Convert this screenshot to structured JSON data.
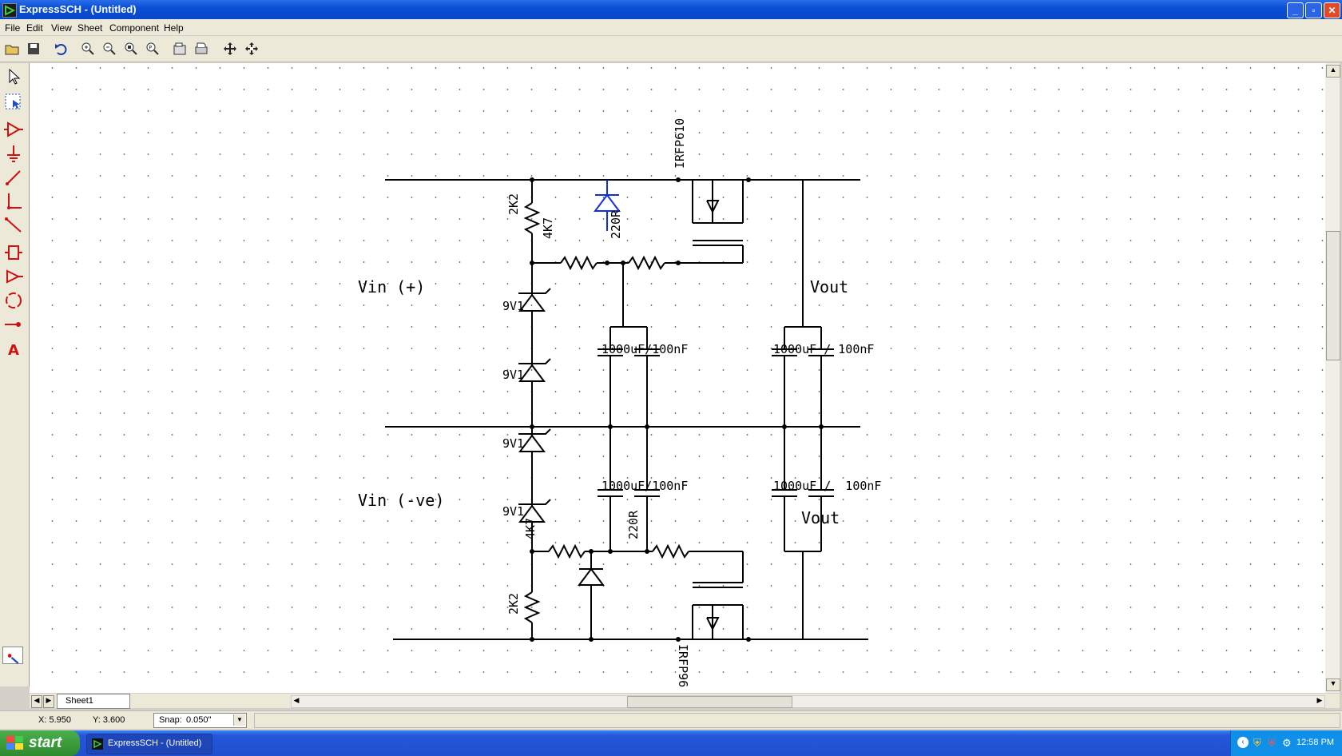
{
  "window": {
    "title": "ExpressSCH - (Untitled)",
    "controls": [
      "minimize-icon",
      "restore-icon",
      "close-icon"
    ]
  },
  "menu": {
    "items": [
      "File",
      "Edit",
      "View",
      "Sheet",
      "Component",
      "Help"
    ]
  },
  "toolbar": {
    "buttons": [
      "open-icon",
      "save-icon",
      "undo-icon",
      "zoom-in-icon",
      "zoom-out-icon",
      "zoom-fit-icon",
      "zoom-area-icon",
      "properties-icon",
      "print-icon",
      "pan-icon",
      "move-icon"
    ]
  },
  "left_tools": [
    "select-arrow-icon",
    "area-select-icon",
    "component-icon",
    "ground-icon",
    "wire-icon",
    "bus-icon",
    "line-icon",
    "ic-icon",
    "port-icon",
    "circle-icon",
    "junction-icon",
    "text-icon"
  ],
  "schematic": {
    "labels": {
      "vin_pos": "Vin (+)",
      "vin_neg": "Vin (-ve)",
      "vout_top": "Vout",
      "vout_bottom": "Vout",
      "r_2k2_top": "2K2",
      "r_4k7_top": "4K7",
      "r_220r_top": "220R",
      "q_top": "IRFP610",
      "z1": "9V1",
      "z2": "9V1",
      "z3": "9V1",
      "z4": "9V1",
      "c_top_left": "1000uF/100nF",
      "c_top_right": "1000uF / 100nF",
      "c_bot_left": "1000uF/100nF",
      "c_bot_right": "1000uF /  100nF",
      "r_4k7_bot": "4K7",
      "r_220r_bot": "220R",
      "r_2k2_bot": "2K2",
      "q_bot": "IRFP96"
    }
  },
  "tabs": {
    "sheet": "Sheet1"
  },
  "status": {
    "x": "X: 5.950",
    "y": "Y: 3.600",
    "snap_label": "Snap:",
    "snap_value": "0.050\""
  },
  "taskbar": {
    "start": "start",
    "app": "ExpressSCH - (Untitled)",
    "clock": "12:58 PM"
  },
  "colors": {
    "title_blue": "#0a4fd6",
    "tool_red": "#d01010",
    "diode_blue": "#1030e0"
  }
}
